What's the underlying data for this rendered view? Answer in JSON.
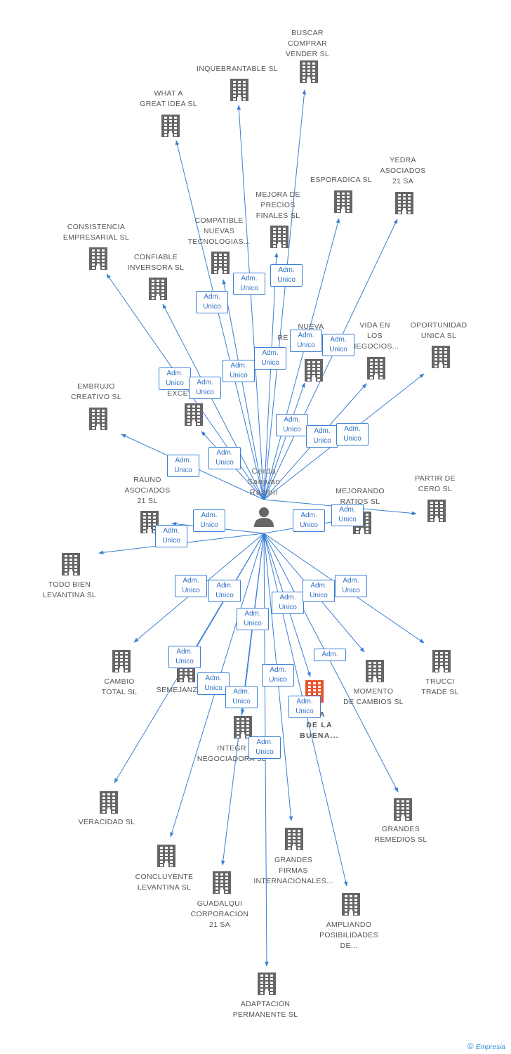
{
  "center_person": {
    "name": "Cerda\nSanjuan\nRamon",
    "icon": "person-icon"
  },
  "badge_text_full": "Adm.\nUnico",
  "badge_text_short": "Adm.",
  "highlight_color": "#e8532f",
  "node_color": "#666666",
  "edge_color": "#3a7fd5",
  "companies": [
    {
      "id": "buscar",
      "label": "BUSCAR\nCOMPRAR\nVENDER SL"
    },
    {
      "id": "inquebrantable",
      "label": "INQUEBRANTABLE SL"
    },
    {
      "id": "whatagreat",
      "label": "WHAT A\nGREAT IDEA SL"
    },
    {
      "id": "yedra",
      "label": "YEDRA\nASOCIADOS\n21 SA"
    },
    {
      "id": "esporadica",
      "label": "ESPORADICA SL"
    },
    {
      "id": "mejora",
      "label": "MEJORA DE\nPRECIOS\nFINALES SL"
    },
    {
      "id": "compatible",
      "label": "COMPATIBLE\nNUEVAS\nTECNOLOGIAS..."
    },
    {
      "id": "consistencia",
      "label": "CONSISTENCIA\nEMPRESARIAL SL"
    },
    {
      "id": "confiable",
      "label": "CONFIABLE\nINVERSORA SL"
    },
    {
      "id": "nueva",
      "label": "NUEVA"
    },
    {
      "id": "rep",
      "label": "RE"
    },
    {
      "id": "vida",
      "label": "VIDA EN\nLOS\nNEGOCIOS..."
    },
    {
      "id": "oportunidad",
      "label": "OPORTUNIDAD\nUNICA SL"
    },
    {
      "id": "embrujo",
      "label": "EMBRUJO\nCREATIVO SL"
    },
    {
      "id": "excel",
      "label": "EXCE"
    },
    {
      "id": "rauno",
      "label": "RAUNO\nASOCIADOS\n21 SL"
    },
    {
      "id": "mejorando",
      "label": "MEJORANDO\nRATIOS SL"
    },
    {
      "id": "partir",
      "label": "PARTIR DE\nCERO SL"
    },
    {
      "id": "todobien",
      "label": "TODO BIEN\nLEVANTINA SL"
    },
    {
      "id": "cambio",
      "label": "CAMBIO\nTOTAL SL"
    },
    {
      "id": "semejanza",
      "label": "SEMEJANZ"
    },
    {
      "id": "momento",
      "label": "MOMENTO\nDE CAMBIOS SL"
    },
    {
      "id": "trucci",
      "label": "TRUCCI\nTRADE SL"
    },
    {
      "id": "hl",
      "label": "RA\nDE LA\nBUENA..."
    },
    {
      "id": "integr",
      "label": "INTEGR\nNEGOCIADORA SL"
    },
    {
      "id": "veracidad",
      "label": "VERACIDAD SL"
    },
    {
      "id": "grandesrem",
      "label": "GRANDES\nREMEDIOS SL"
    },
    {
      "id": "grandesfirm",
      "label": "GRANDES\nFIRMAS\nINTERNACIONALES..."
    },
    {
      "id": "concluyente",
      "label": "CONCLUYENTE\nLEVANTINA SL"
    },
    {
      "id": "guadalqui",
      "label": "GUADALQUI\nCORPORACION\n21 SA"
    },
    {
      "id": "ampliando",
      "label": "AMPLIANDO\nPOSIBILIDADES\nDE..."
    },
    {
      "id": "adaptacion",
      "label": "ADAPTACION\nPERMANENTE SL"
    }
  ],
  "footer": {
    "copyright": "©",
    "brand": "Empresia"
  }
}
